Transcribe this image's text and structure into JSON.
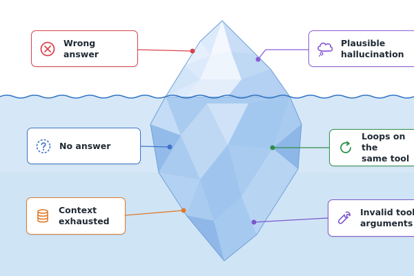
{
  "colors": {
    "sky": "#ffffff",
    "water": "#d6e8f7",
    "waterline": "#2f73c2",
    "ice_light": "#e9f2fc",
    "ice_mid": "#b9d5f2",
    "ice_dark": "#8fb9e8",
    "ice_stroke": "#6f9fd8"
  },
  "callouts": {
    "wrong_answer": {
      "label": "Wrong answer",
      "icon": "x-circle-icon",
      "color": "#d9434a"
    },
    "plausible": {
      "label": "Plausible\nhallucination",
      "icon": "thought-cloud-icon",
      "color": "#8b5cd6"
    },
    "no_answer": {
      "label": "No answer",
      "icon": "question-circle-icon",
      "color": "#3f73c9"
    },
    "loops": {
      "label": "Loops on the\nsame tool",
      "icon": "refresh-icon",
      "color": "#2f8f4a"
    },
    "context_exhausted": {
      "label": "Context\nexhausted",
      "icon": "database-icon",
      "color": "#e07a2a"
    },
    "invalid_tool": {
      "label": "Invalid tool\narguments",
      "icon": "wrench-icon",
      "color": "#7b57cc"
    }
  }
}
